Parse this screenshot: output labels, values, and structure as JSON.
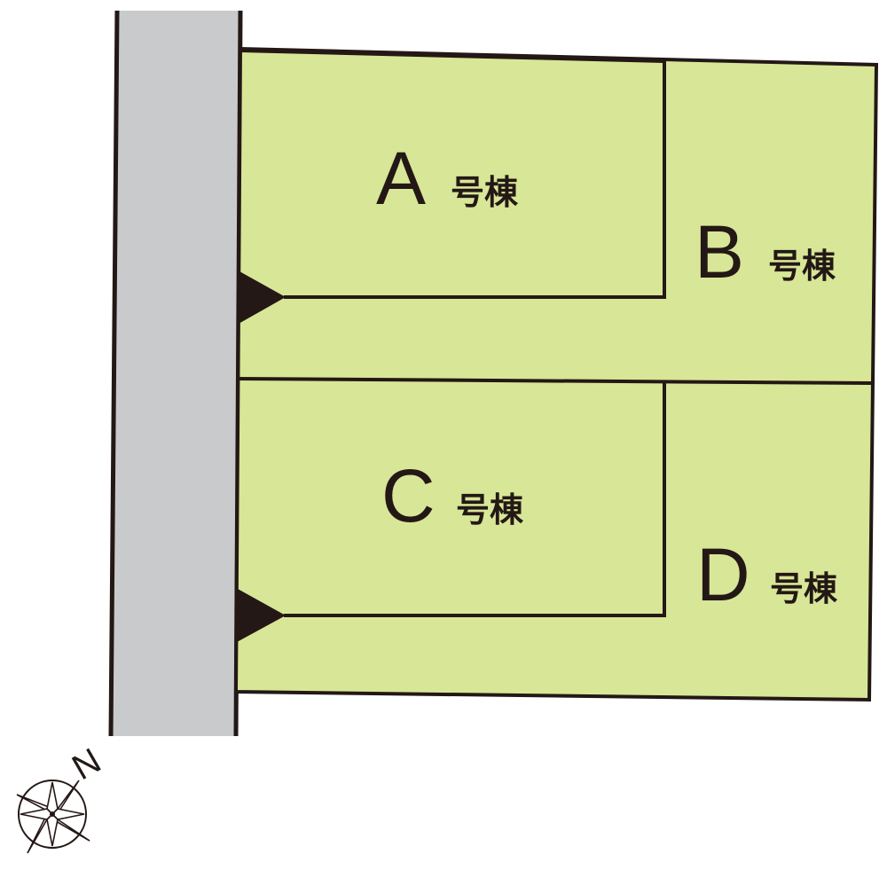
{
  "colors": {
    "road": "#c9cacb",
    "lot": "#d8e697",
    "line": "#231815",
    "background": "#ffffff"
  },
  "road": {
    "label": ""
  },
  "lots": [
    {
      "id": "A",
      "letter": "A",
      "suffix": "号棟"
    },
    {
      "id": "B",
      "letter": "B",
      "suffix": "号棟"
    },
    {
      "id": "C",
      "letter": "C",
      "suffix": "号棟"
    },
    {
      "id": "D",
      "letter": "D",
      "suffix": "号棟"
    }
  ],
  "entrances": [
    {
      "lot": "A",
      "icon": "entrance-triangle-icon"
    },
    {
      "lot": "C",
      "icon": "entrance-triangle-icon"
    }
  ],
  "compass": {
    "north_label": "N",
    "icon": "compass-rose-icon"
  }
}
